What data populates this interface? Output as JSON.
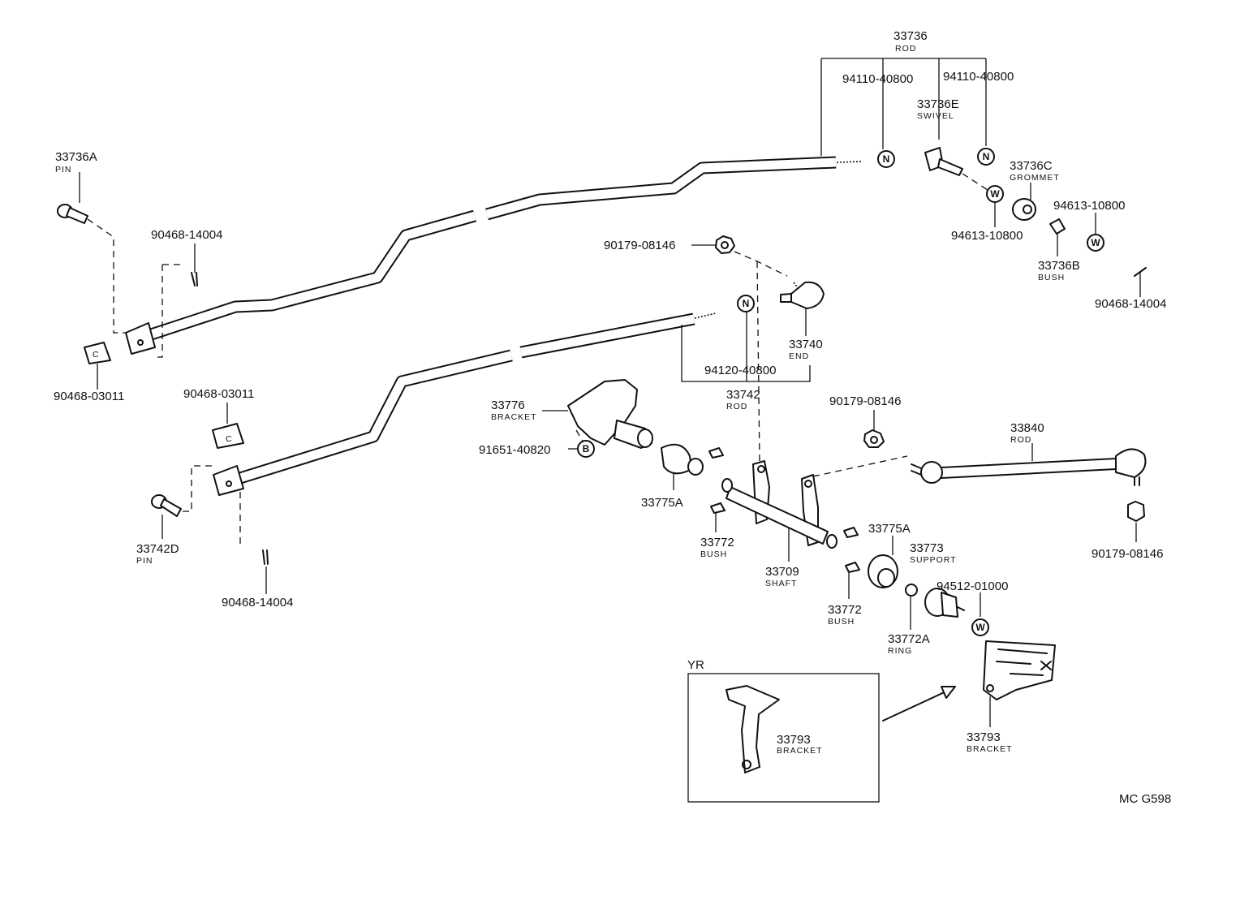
{
  "diagram_code": "MC G598",
  "inset_label": "YR",
  "symbols": {
    "nut": "N",
    "washer": "W",
    "bolt": "B"
  },
  "parts": [
    {
      "id": "p33736",
      "number": "33736",
      "name": "ROD"
    },
    {
      "id": "p94110a",
      "number": "94110-40800",
      "name": ""
    },
    {
      "id": "p94110b",
      "number": "94110-40800",
      "name": ""
    },
    {
      "id": "p33736E",
      "number": "33736E",
      "name": "SWIVEL"
    },
    {
      "id": "p33736C",
      "number": "33736C",
      "name": "GROMMET"
    },
    {
      "id": "p94613a",
      "number": "94613-10800",
      "name": ""
    },
    {
      "id": "p94613b",
      "number": "94613-10800",
      "name": ""
    },
    {
      "id": "p33736B",
      "number": "33736B",
      "name": "BUSH"
    },
    {
      "id": "p90468r",
      "number": "90468-14004",
      "name": ""
    },
    {
      "id": "p33736A",
      "number": "33736A",
      "name": "PIN"
    },
    {
      "id": "p90468t",
      "number": "90468-14004",
      "name": ""
    },
    {
      "id": "p90468c1",
      "number": "90468-03011",
      "name": ""
    },
    {
      "id": "p90179a",
      "number": "90179-08146",
      "name": ""
    },
    {
      "id": "p33740",
      "number": "33740",
      "name": "END"
    },
    {
      "id": "p94120",
      "number": "94120-40800",
      "name": ""
    },
    {
      "id": "p33742",
      "number": "33742",
      "name": "ROD"
    },
    {
      "id": "p90468c2",
      "number": "90468-03011",
      "name": ""
    },
    {
      "id": "p33776",
      "number": "33776",
      "name": "BRACKET"
    },
    {
      "id": "p91651",
      "number": "91651-40820",
      "name": ""
    },
    {
      "id": "p90179b",
      "number": "90179-08146",
      "name": ""
    },
    {
      "id": "p33840",
      "number": "33840",
      "name": "ROD"
    },
    {
      "id": "p33775Aa",
      "number": "33775A",
      "name": ""
    },
    {
      "id": "p33775Ab",
      "number": "33775A",
      "name": ""
    },
    {
      "id": "p33742D",
      "number": "33742D",
      "name": "PIN"
    },
    {
      "id": "p33772a",
      "number": "33772",
      "name": "BUSH"
    },
    {
      "id": "p33709",
      "number": "33709",
      "name": "SHAFT"
    },
    {
      "id": "p33773",
      "number": "33773",
      "name": "SUPPORT"
    },
    {
      "id": "p94512",
      "number": "94512-01000",
      "name": ""
    },
    {
      "id": "p90179c",
      "number": "90179-08146",
      "name": ""
    },
    {
      "id": "p90468b",
      "number": "90468-14004",
      "name": ""
    },
    {
      "id": "p33772b",
      "number": "33772",
      "name": "BUSH"
    },
    {
      "id": "p33772A",
      "number": "33772A",
      "name": "RING"
    },
    {
      "id": "p33793a",
      "number": "33793",
      "name": "BRACKET"
    },
    {
      "id": "p33793b",
      "number": "33793",
      "name": "BRACKET"
    }
  ]
}
